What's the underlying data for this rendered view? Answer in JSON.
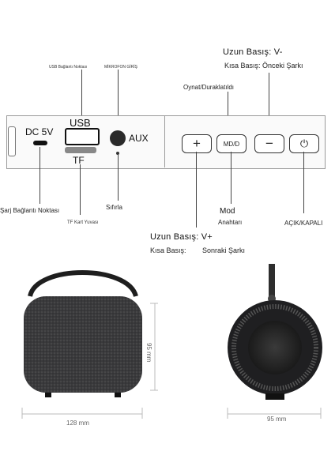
{
  "labels": {
    "usb_port_title": "USB Bağlantı Noktası",
    "mic_input_title": "MİKROFON GİRİŞ",
    "vol_down_long": "Uzun Basış: V-",
    "vol_down_short": "Kısa Basış: Önceki Şarkı",
    "play_pause": "Oynat/Duraklatıldı",
    "dc": "DC 5V",
    "usb": "USB",
    "tf": "TF",
    "aux": "AUX",
    "mode_btn": "MD/D",
    "charge_port": "Şarj Bağlantı Noktası",
    "reset": "Sıfırla",
    "mode_switch_1": "Mod",
    "mode_switch_2": "Anahtarı",
    "power": "AÇIK/KAPALI",
    "tf_slot": "TF Kart Yuvası",
    "vol_up_long": "Uzun Basış: V+",
    "vol_up_short_a": "Kısa Basış:",
    "vol_up_short_b": "Sonraki Şarkı"
  },
  "dimensions": {
    "height_front": "95 mm",
    "width_front": "128 mm",
    "width_side": "95 mm"
  },
  "icons": {
    "plus": "+",
    "minus": "−",
    "power": "⏻"
  }
}
